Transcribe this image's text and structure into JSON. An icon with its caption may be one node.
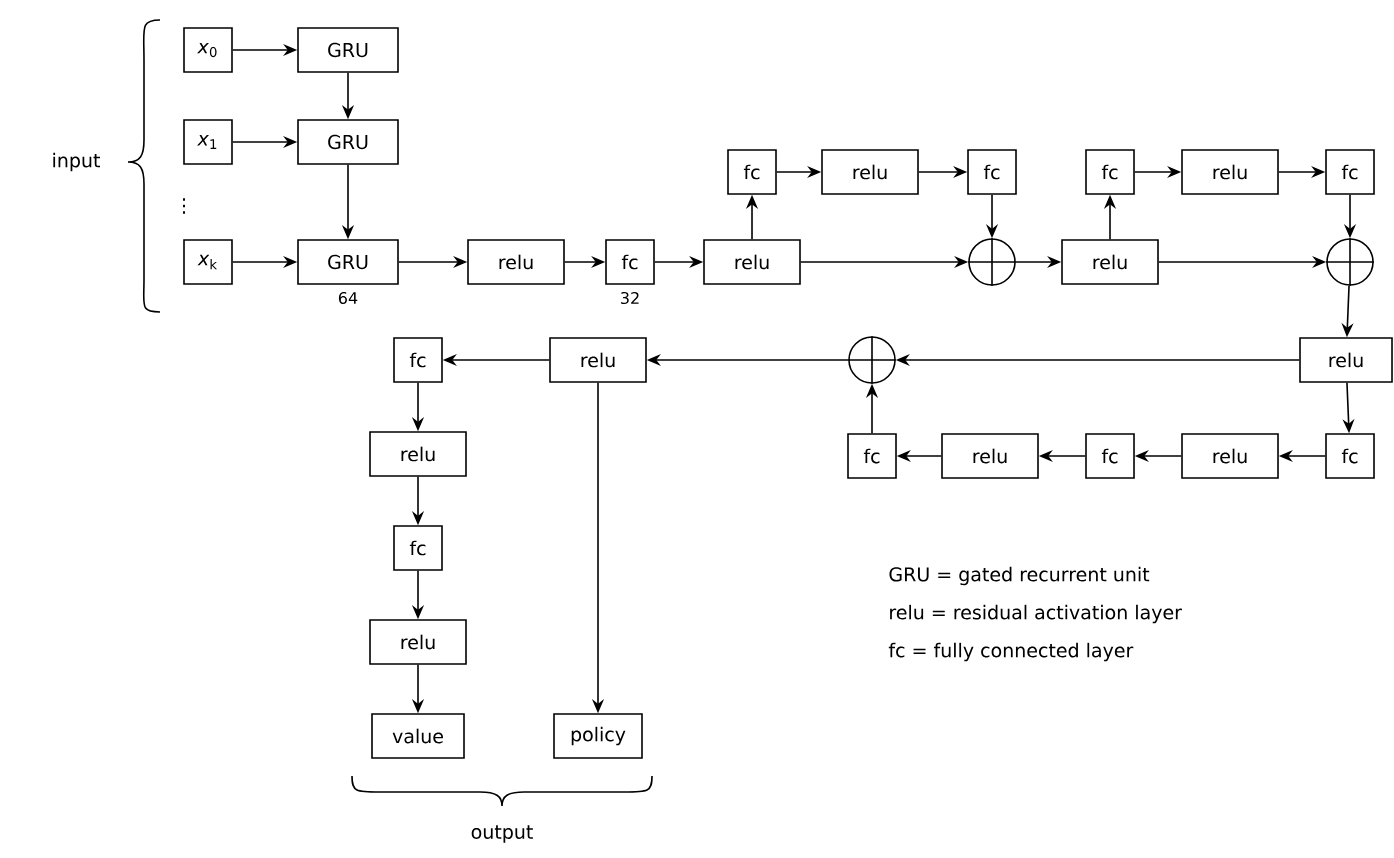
{
  "diagram": {
    "nodes": [
      {
        "text": [
          "*x*$_{0}$"
        ]
      },
      {
        "text": [
          "GRU"
        ]
      },
      {
        "text": [
          "*x*$_{1}$"
        ]
      },
      {
        "text": [
          "GRU"
        ]
      },
      {
        "text": [
          "*x*$_{k}$"
        ]
      },
      {
        "text": [
          "GRU"
        ],
        "beside": [
          "64"
        ]
      },
      {
        "text": [
          "relu"
        ]
      },
      {
        "text": [
          "fc"
        ],
        "beside": [
          "32"
        ]
      },
      {
        "text": [
          "relu"
        ]
      },
      {
        "text": [
          "fc"
        ]
      },
      {
        "text": [
          "relu"
        ]
      },
      {
        "text": [
          "fc"
        ]
      },
      {
        "text": [],
        "shape": "circle"
      },
      {
        "text": [
          "relu"
        ]
      },
      {
        "text": [
          "fc"
        ]
      },
      {
        "text": [
          "relu"
        ]
      },
      {
        "text": [
          "fc"
        ]
      },
      {
        "text": [],
        "shape": "circle"
      },
      {
        "text": [
          "relu"
        ]
      },
      {
        "text": [
          "fc"
        ]
      },
      {
        "text": [
          "relu"
        ]
      },
      {
        "text": [
          "fc"
        ]
      },
      {
        "text": [
          "relu"
        ]
      },
      {
        "text": [
          "fc"
        ]
      },
      {
        "text": [],
        "shape": "circle"
      },
      {
        "text": [
          "relu"
        ]
      },
      {
        "text": [
          "fc"
        ]
      },
      {
        "text": [
          "relu"
        ]
      },
      {
        "text": [
          "fc"
        ]
      },
      {
        "text": [
          "relu"
        ]
      },
      {
        "text": [
          "value"
        ]
      },
      {
        "text": [
          "policy"
        ]
      }
    ],
    "edges": [
      {
        "from": 0,
        "to": 1,
        "arrow": "to"
      },
      {
        "from": 1,
        "to": 3,
        "arrow": "to"
      },
      {
        "from": 2,
        "to": 3,
        "arrow": "to"
      },
      {
        "from": 3,
        "to": 5,
        "arrow": "to"
      },
      {
        "from": 4,
        "to": 5,
        "arrow": "to"
      },
      {
        "from": 5,
        "to": 6,
        "arrow": "to"
      },
      {
        "from": 6,
        "to": 7,
        "arrow": "to"
      },
      {
        "from": 7,
        "to": 8,
        "arrow": "to"
      },
      {
        "from": 8,
        "to": 9,
        "arrow": "to"
      },
      {
        "from": 9,
        "to": 10,
        "arrow": "to"
      },
      {
        "from": 10,
        "to": 11,
        "arrow": "to"
      },
      {
        "from": 11,
        "to": 12,
        "arrow": "to"
      },
      {
        "from": 8,
        "to": 12,
        "arrow": "to"
      },
      {
        "from": 12,
        "to": 13,
        "arrow": "to"
      },
      {
        "from": 13,
        "to": 14,
        "arrow": "to"
      },
      {
        "from": 14,
        "to": 15,
        "arrow": "to"
      },
      {
        "from": 15,
        "to": 16,
        "arrow": "to"
      },
      {
        "from": 16,
        "to": 17,
        "arrow": "to"
      },
      {
        "from": 13,
        "to": 17,
        "arrow": "to"
      },
      {
        "from": 17,
        "to": 18,
        "arrow": "to"
      },
      {
        "from": 18,
        "to": 19,
        "arrow": "to"
      },
      {
        "from": 19,
        "to": 20,
        "arrow": "to"
      },
      {
        "from": 20,
        "to": 21,
        "arrow": "to"
      },
      {
        "from": 21,
        "to": 22,
        "arrow": "to"
      },
      {
        "from": 22,
        "to": 23,
        "arrow": "to"
      },
      {
        "from": 23,
        "to": 24,
        "arrow": "to"
      },
      {
        "from": 18,
        "to": 24,
        "arrow": "to"
      },
      {
        "from": 24,
        "to": 25,
        "arrow": "to"
      },
      {
        "from": 25,
        "to": 26,
        "arrow": "to"
      },
      {
        "from": 26,
        "to": 27,
        "arrow": "to"
      },
      {
        "from": 27,
        "to": 28,
        "arrow": "to"
      },
      {
        "from": 28,
        "to": 29,
        "arrow": "to"
      },
      {
        "from": 29,
        "to": 30,
        "arrow": "to"
      },
      {
        "from": 25,
        "to": 31,
        "arrow": "to"
      }
    ],
    "labels": [
      "input",
      "⋮",
      "GRU = gated recurrent unit",
      "relu = residual activation layer",
      "fc = fully connected layer",
      "output"
    ]
  }
}
